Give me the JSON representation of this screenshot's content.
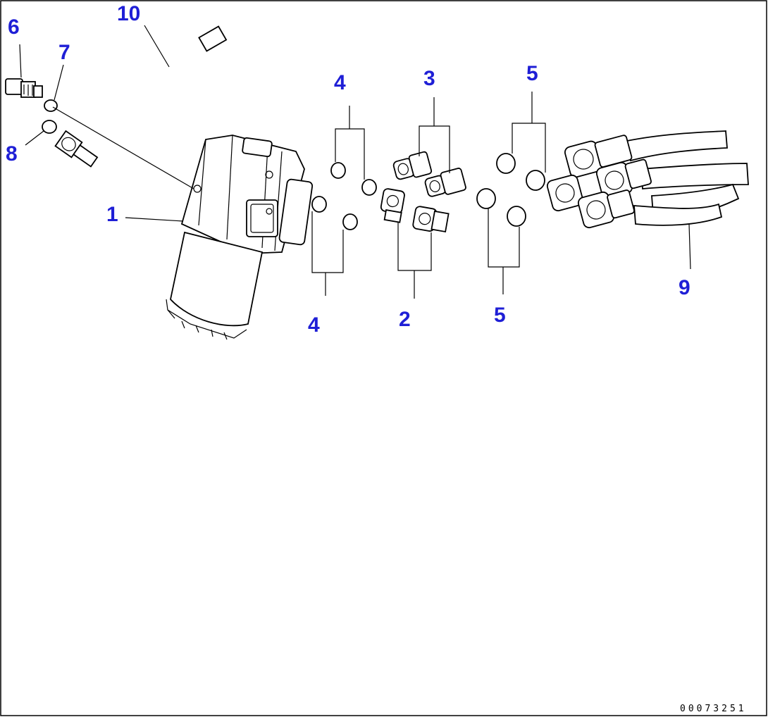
{
  "colors": {
    "label": "#1f1fd6",
    "line": "#000000",
    "background": "#ffffff"
  },
  "labels": {
    "l1": "1",
    "l2": "2",
    "l3": "3",
    "l4a": "4",
    "l4b": "4",
    "l5a": "5",
    "l5b": "5",
    "l6": "6",
    "l7": "7",
    "l8": "8",
    "l9": "9",
    "l10": "10"
  },
  "drawing_code": "00073251"
}
